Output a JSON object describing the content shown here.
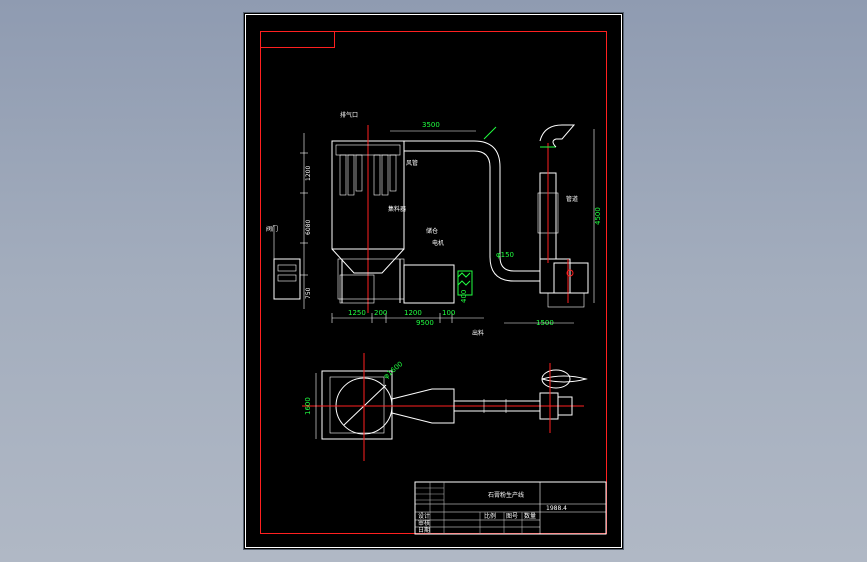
{
  "drawing": {
    "elevation_view": {
      "dimensions": [
        "3500",
        "1200",
        "6080",
        "φ150",
        "1250",
        "200",
        "1200",
        "100",
        "9500",
        "1500",
        "750",
        "4500"
      ],
      "annotations": [
        "排气口",
        "风管",
        "集料器",
        "储仓",
        "阀门",
        "电机",
        "管道",
        "出料"
      ]
    },
    "plan_view": {
      "dimensions": [
        "1600",
        "φ1600"
      ]
    },
    "title_block": {
      "drawing_title": "石膏粉生产线",
      "drawing_number": "1988.4",
      "cells": [
        "设计",
        "审核",
        "日期",
        "比例",
        "图号",
        "数量"
      ]
    }
  },
  "colors": {
    "frame": "#ff2020",
    "dimension": "#20ff40",
    "outline": "#ffffff",
    "background": "#000000"
  }
}
